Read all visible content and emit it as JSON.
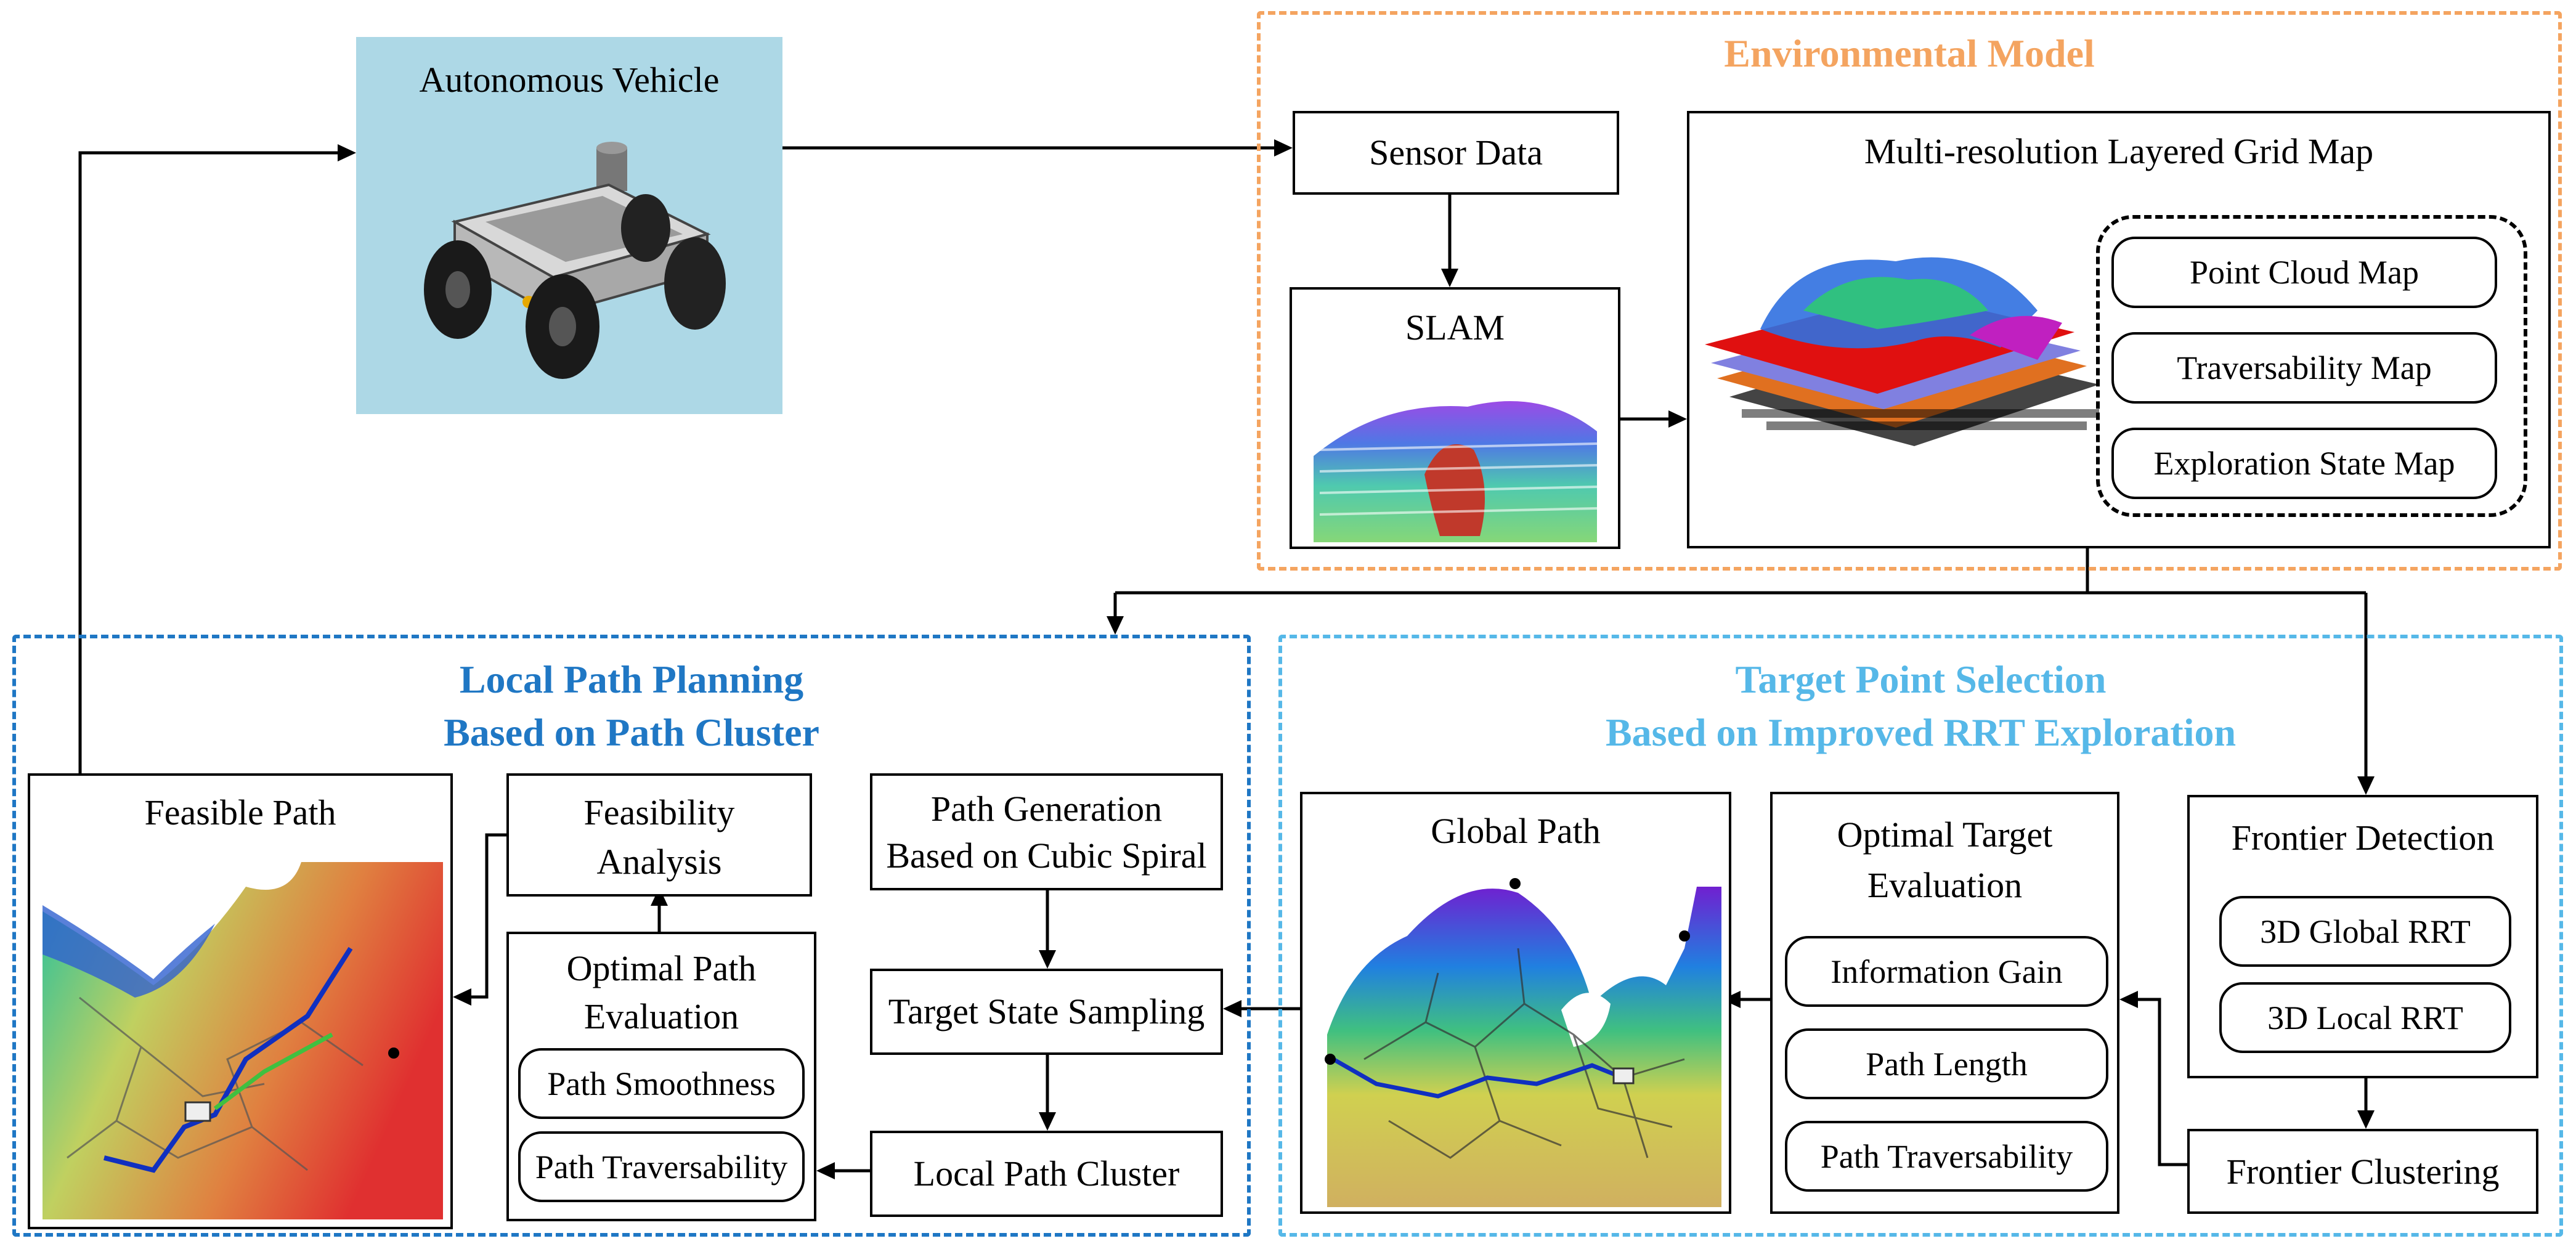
{
  "groups": {
    "env": {
      "title": "Environmental Model",
      "color": "#F4A460"
    },
    "local": {
      "title_line1": "Local Path Planning",
      "title_line2": "Based on Path Cluster",
      "color": "#1F77C4"
    },
    "target": {
      "title_line1": "Target Point Selection",
      "title_line2": "Based on Improved RRT Exploration",
      "color": "#56B8E8"
    }
  },
  "nodes": {
    "vehicle": "Autonomous Vehicle",
    "sensor": "Sensor Data",
    "slam": "SLAM",
    "gridmap": "Multi-resolution Layered Grid Map",
    "pointcloud": "Point Cloud Map",
    "traversability": "Traversability Map",
    "exploration": "Exploration State Map",
    "feasible": "Feasible Path",
    "feas_analysis_1": "Feasibility",
    "feas_analysis_2": "Analysis",
    "opt_path_1": "Optimal Path",
    "opt_path_2": "Evaluation",
    "smoothness": "Path Smoothness",
    "path_trav": "Path Traversability",
    "path_gen_1": "Path Generation",
    "path_gen_2": "Based on Cubic Spiral",
    "target_sampling": "Target State Sampling",
    "local_cluster": "Local Path Cluster",
    "global_path": "Global Path",
    "opt_target_1": "Optimal Target",
    "opt_target_2": "Evaluation",
    "info_gain": "Information Gain",
    "path_length": "Path Length",
    "path_trav2": "Path Traversability",
    "frontier_det": "Frontier Detection",
    "global_rrt": "3D Global RRT",
    "local_rrt": "3D Local RRT",
    "frontier_clust": "Frontier Clustering"
  },
  "icons": {
    "robot": "robot-vehicle-icon",
    "slam": "slam-point-cloud-image",
    "grid": "layered-grid-map-image",
    "feasible": "feasible-path-map-image",
    "global": "global-path-map-image"
  }
}
